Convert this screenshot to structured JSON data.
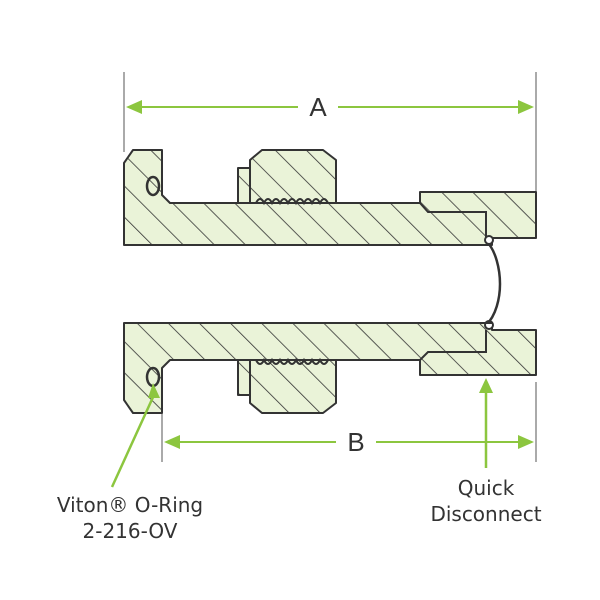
{
  "colors": {
    "fill": "#eaf3d8",
    "stroke": "#333333",
    "accent": "#8cc63f"
  },
  "dimensions": {
    "a": "A",
    "b": "B"
  },
  "callouts": {
    "oring_line1": "Viton® O-Ring",
    "oring_line2": "2-216-OV",
    "qd_line1": "Quick",
    "qd_line2": "Disconnect"
  }
}
